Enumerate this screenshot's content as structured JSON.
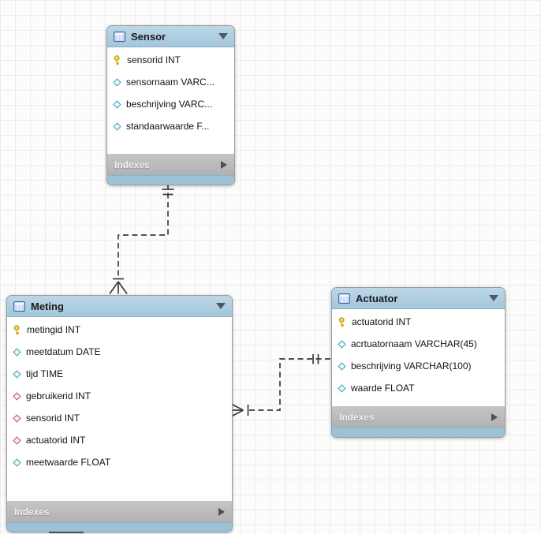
{
  "diagram": {
    "tables": [
      {
        "name": "Sensor",
        "indexes_label": "Indexes",
        "fields": [
          {
            "label": "sensorid INT",
            "icon": "primary-key"
          },
          {
            "label": "sensornaam VARC...",
            "icon": "attribute-diamond"
          },
          {
            "label": "beschrijving VARC...",
            "icon": "attribute-diamond"
          },
          {
            "label": "standaarwaarde F...",
            "icon": "attribute-diamond"
          }
        ]
      },
      {
        "name": "Meting",
        "indexes_label": "Indexes",
        "fields": [
          {
            "label": "metingid INT",
            "icon": "primary-key"
          },
          {
            "label": "meetdatum DATE",
            "icon": "attribute-diamond"
          },
          {
            "label": "tijd TIME",
            "icon": "attribute-diamond"
          },
          {
            "label": "gebruikerid INT",
            "icon": "foreign-key-diamond"
          },
          {
            "label": "sensorid INT",
            "icon": "foreign-key-diamond"
          },
          {
            "label": "actuatorid INT",
            "icon": "foreign-key-diamond"
          },
          {
            "label": "meetwaarde FLOAT",
            "icon": "attribute-diamond"
          }
        ]
      },
      {
        "name": "Actuator",
        "indexes_label": "Indexes",
        "fields": [
          {
            "label": "actuatorid INT",
            "icon": "primary-key"
          },
          {
            "label": "acrtuatornaam VARCHAR(45)",
            "icon": "attribute-diamond"
          },
          {
            "label": "beschrijving VARCHAR(100)",
            "icon": "attribute-diamond"
          },
          {
            "label": "waarde FLOAT",
            "icon": "attribute-diamond"
          }
        ]
      }
    ],
    "relationships": [
      {
        "from": "Sensor",
        "to": "Meting",
        "from_cardinality": "one-and-only-one",
        "to_cardinality": "many-mandatory",
        "line_style": "dashed"
      },
      {
        "from": "Actuator",
        "to": "Meting",
        "from_cardinality": "one-and-only-one",
        "to_cardinality": "many-mandatory",
        "line_style": "dashed"
      }
    ],
    "colors": {
      "table_header_blue": "#A6C9DE",
      "table_footer_blue": "#9CC2D8",
      "indexes_bar_gray": "#BBBBBB",
      "primary_key_yellow": "#F5D33D",
      "attribute_diamond_cyan": "#52AEBE",
      "foreign_key_diamond_red": "#C26A6A",
      "connector_gray": "#3A3A3A",
      "grid_line": "#ECECEC"
    }
  }
}
